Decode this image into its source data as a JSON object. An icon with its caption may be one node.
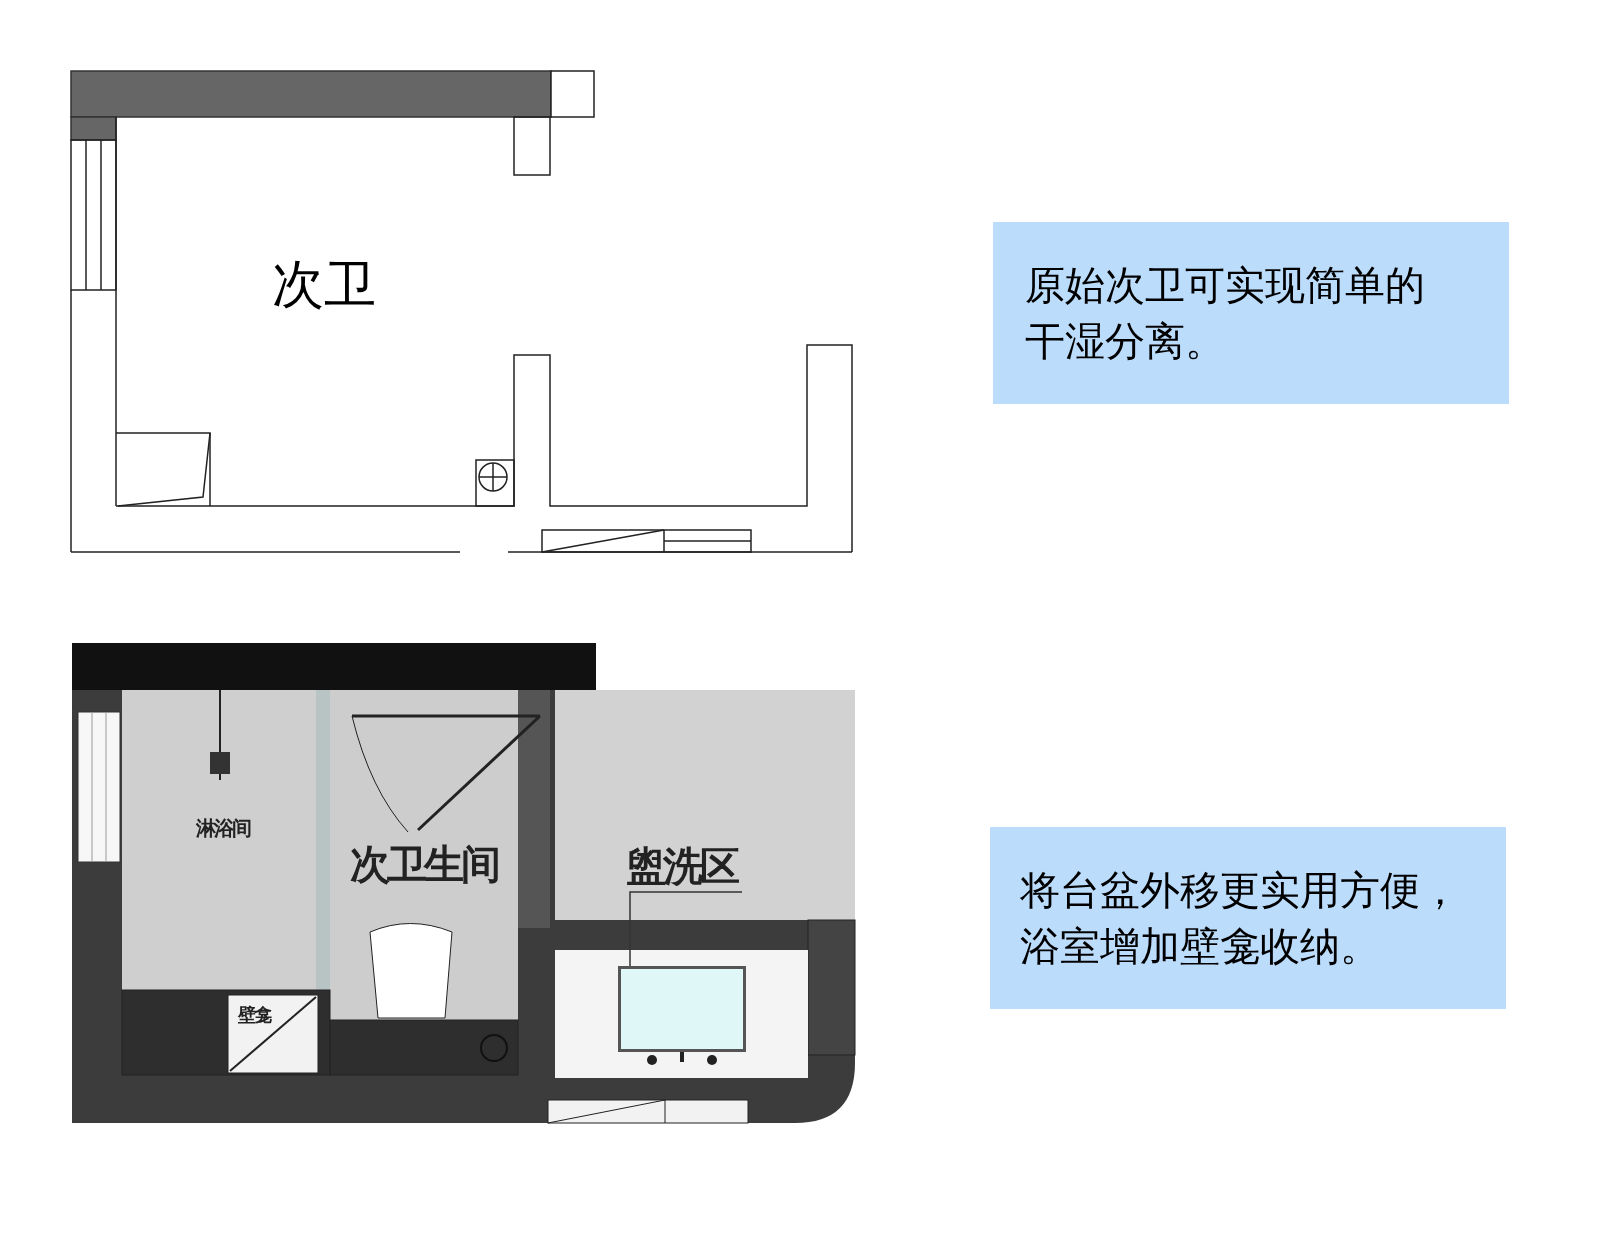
{
  "diagram": {
    "nodes": [
      {
        "text": [
          "原始次卫可实现简单的干湿分离。"
        ]
      },
      {
        "text": [
          "将台盆外移更实用方便，浴室增加壁龛收纳。"
        ]
      },
      {
        "text": [
          "盥洗区"
        ]
      },
      {
        "text": [],
        "shape": "box"
      }
    ],
    "edges": [
      {
        "from": 2,
        "to": 3,
        "arrow": "none"
      }
    ],
    "labels": [
      "次卫",
      "淋浴间",
      "次卫生间",
      "壁龛"
    ]
  }
}
